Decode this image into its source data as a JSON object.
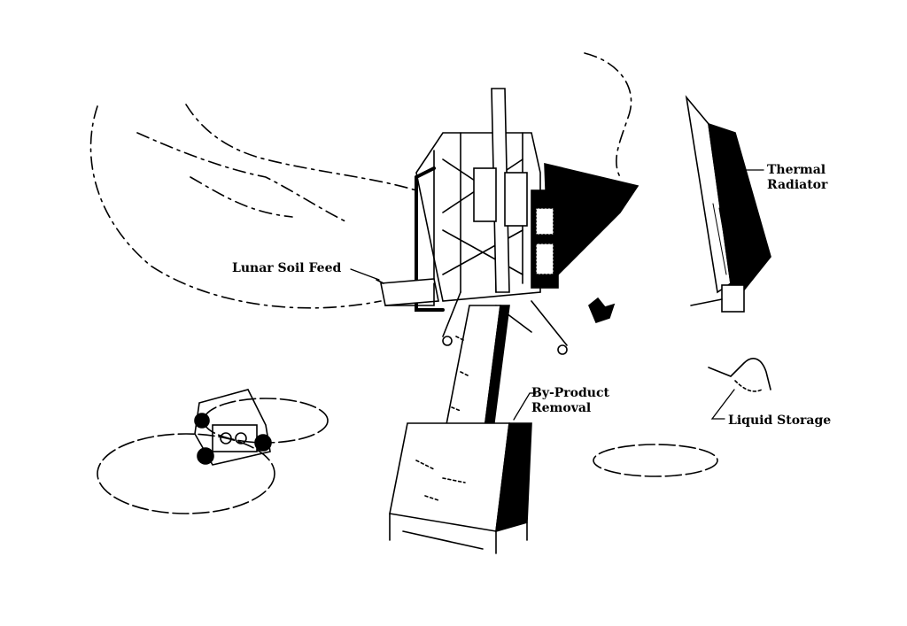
{
  "labels": {
    "thermal_radiator": [
      "Thermal",
      "Radiator"
    ],
    "lunar_soil_feed": "Lunar Soil Feed",
    "by_product_removal": [
      "By-Product",
      "Removal"
    ],
    "liquid_storage": "Liquid Storage"
  },
  "colors": {
    "ink": "#000000",
    "paper": "#ffffff"
  }
}
